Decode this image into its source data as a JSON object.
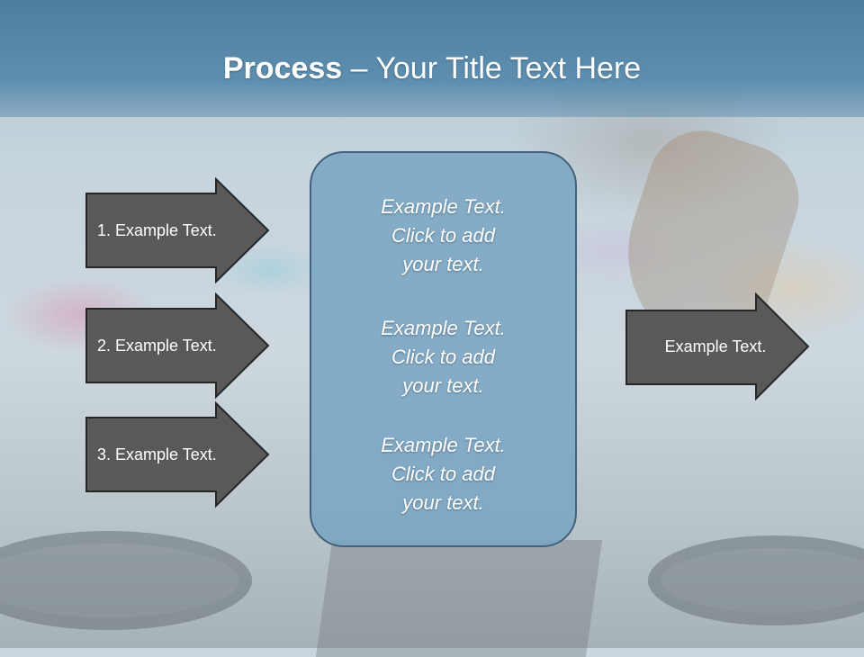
{
  "slide": {
    "title_bold": "Process",
    "title_rest": " – Your Title Text Here"
  },
  "left_arrows": [
    {
      "label": "1. Example Text."
    },
    {
      "label": "2. Example Text."
    },
    {
      "label": "3. Example Text."
    }
  ],
  "center_box": {
    "blocks": [
      {
        "text": "Example Text.\nClick  to add\nyour text."
      },
      {
        "text": "Example Text.\nClick  to add\nyour text."
      },
      {
        "text": "Example Text.\nClick  to add\nyour text."
      }
    ]
  },
  "right_arrow": {
    "label": "Example Text."
  },
  "colors": {
    "arrow_fill": "#595959",
    "arrow_border": "#262626",
    "center_fill": "#7fa8c6",
    "center_border": "#41627a",
    "title_bar": "#5a89aa"
  }
}
